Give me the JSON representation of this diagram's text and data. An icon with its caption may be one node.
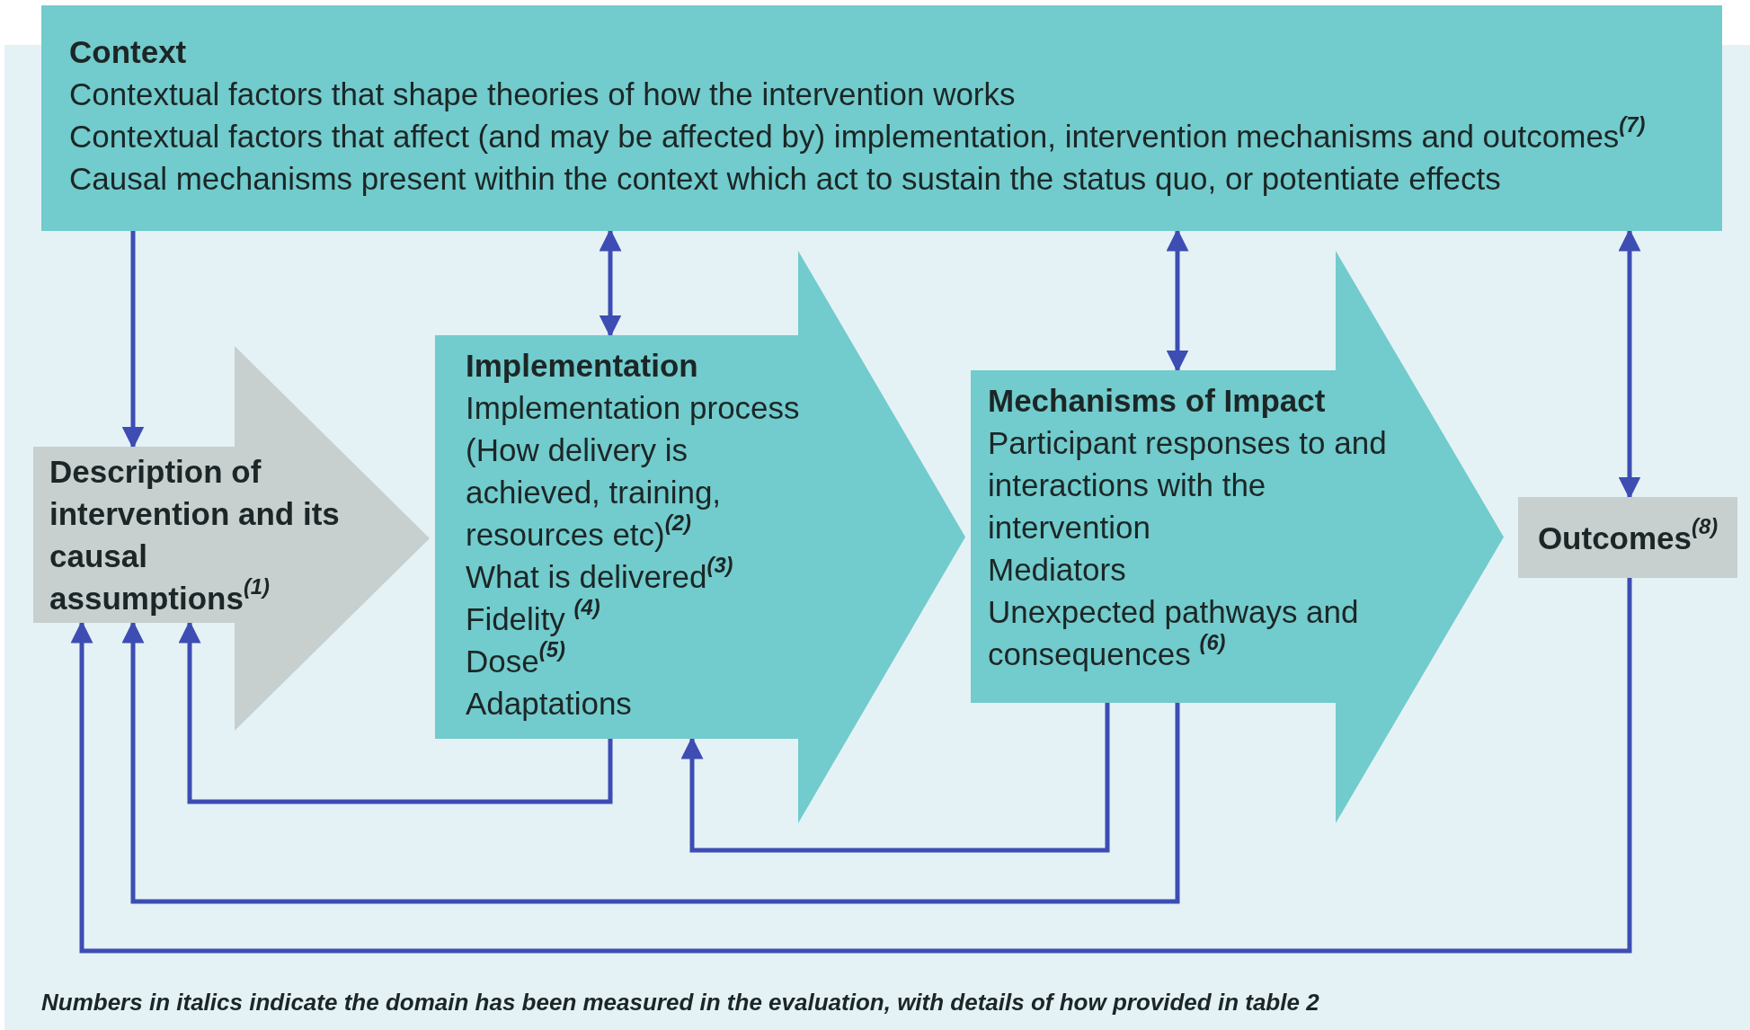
{
  "diagram": {
    "nodes": [
      {
        "text": [
          "Context",
          "Contextual factors that shape theories of how the intervention works",
          "Contextual factors that affect (and may be affected by) implementation, intervention mechanisms and outcomes$^{(7)}$",
          "Causal mechanisms present within the context which act to sustain the status quo, or potentiate effects"
        ]
      },
      {
        "text": [
          "Description of intervention and its causal assumptions$^{(1)}$"
        ]
      },
      {
        "text": [
          "Implementation",
          "Implementation process (How delivery is achieved, training, resources etc)$^{(2)}$",
          "What is delivered$^{(3)}$",
          "Fidelity $^{(4)}$",
          "Dose$^{(5)}$",
          "Adaptations"
        ]
      },
      {
        "text": [
          "Mechanisms of Impact",
          "Participant responses to and interactions with the intervention",
          "Mediators",
          "Unexpected pathways and consequences $^{(6)}$"
        ]
      },
      {
        "text": [
          "Outcomes$^{(8)}$"
        ]
      }
    ],
    "edges": [
      {
        "from": 0,
        "to": 1,
        "arrow": "to"
      },
      {
        "from": 0,
        "to": 2,
        "arrow": "both"
      },
      {
        "from": 0,
        "to": 3,
        "arrow": "both"
      },
      {
        "from": 0,
        "to": 4,
        "arrow": "both"
      },
      {
        "from": 2,
        "to": 1,
        "arrow": "to"
      },
      {
        "from": 3,
        "to": 2,
        "arrow": "to"
      },
      {
        "from": 3,
        "to": 1,
        "arrow": "to"
      },
      {
        "from": 4,
        "to": 1,
        "arrow": "to"
      }
    ],
    "caption": "Numbers in italics indicate the domain has been measured in the evaluation, with details of how provided in table 2"
  }
}
